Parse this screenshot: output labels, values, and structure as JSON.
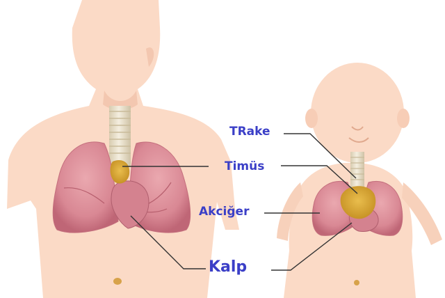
{
  "labels": {
    "trachea": "TRake",
    "thymus": "Timüs",
    "lung": "Akciğer",
    "heart": "Kalp"
  },
  "colors": {
    "skin": "#fbdac6",
    "skin_shadow": "#f3c7b0",
    "lung": "#dc8f99",
    "lung_dark": "#b85f6e",
    "thymus": "#d9a534",
    "trachea": "#ede5d1",
    "label_text": "#3b3fc7",
    "leader_line": "#333333"
  }
}
